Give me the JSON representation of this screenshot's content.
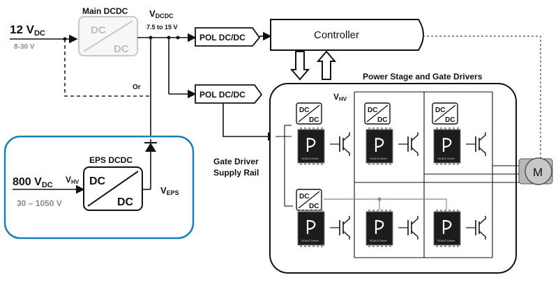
{
  "input_12v": {
    "main": "12 V",
    "sub": "DC",
    "range": "8-30 V"
  },
  "main_dcdc": {
    "title": "Main DCDC",
    "top": "DC",
    "bottom": "DC"
  },
  "vdcdc": {
    "main": "V",
    "sub": "DCDC",
    "range": "7.5 to 15 V"
  },
  "pol1": "POL DC/DC",
  "pol2": "POL DC/DC",
  "controller": "Controller",
  "or_label": "Or",
  "power_stage": {
    "title": "Power Stage and Gate Drivers",
    "vhv_main": "V",
    "vhv_sub": "HV"
  },
  "gate_driver_label": {
    "line1": "Gate Driver",
    "line2": "Supply Rail"
  },
  "eps": {
    "title": "EPS DCDC",
    "top": "DC",
    "bottom": "DC",
    "input_main": "800 V",
    "input_sub": "DC",
    "input_range": "30 – 1050 V",
    "vhv_main": "V",
    "vhv_sub": "HV",
    "out_main": "V",
    "out_sub": "EPS"
  },
  "motor": "M",
  "mini_dcdc": {
    "top": "DC",
    "bottom": "DC"
  },
  "chip_text": "SCALE Driver",
  "colors": {
    "eps_border": "#1a7fbf",
    "gray_text": "#8a8a8a"
  }
}
